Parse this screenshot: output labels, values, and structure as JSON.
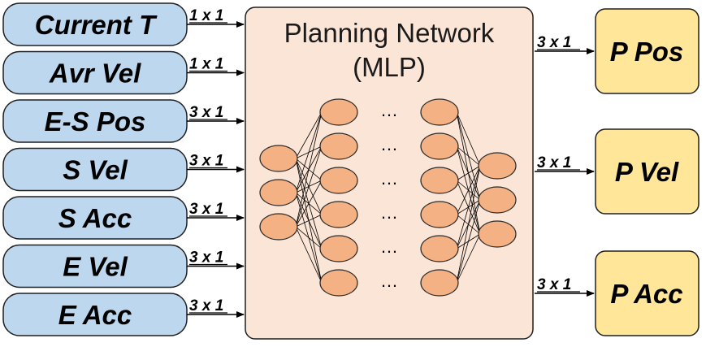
{
  "inputs": [
    {
      "label": "Current T",
      "dim": "1 x 1"
    },
    {
      "label": "Avr Vel",
      "dim": "1 x 1"
    },
    {
      "label": "E-S Pos",
      "dim": "3 x 1"
    },
    {
      "label": "S Vel",
      "dim": "3 x 1"
    },
    {
      "label": "S Acc",
      "dim": "3 x 1"
    },
    {
      "label": "E Vel",
      "dim": "3 x 1"
    },
    {
      "label": "E Acc",
      "dim": "3 x 1"
    }
  ],
  "network": {
    "title_line1": "Planning Network",
    "title_line2": "(MLP)",
    "ellipsis": "…",
    "layers": [
      3,
      6,
      6,
      3
    ]
  },
  "outputs": [
    {
      "label": "P Pos",
      "dim": "3 x 1"
    },
    {
      "label": "P Vel",
      "dim": "3 x 1"
    },
    {
      "label": "P Acc",
      "dim": "3 x 1"
    }
  ],
  "colors": {
    "input_fill": "#bdd7ee",
    "input_stroke": "#1f1f1f",
    "network_fill": "#fbe5d6",
    "node_fill": "#f4b183",
    "output_fill": "#ffe699"
  }
}
